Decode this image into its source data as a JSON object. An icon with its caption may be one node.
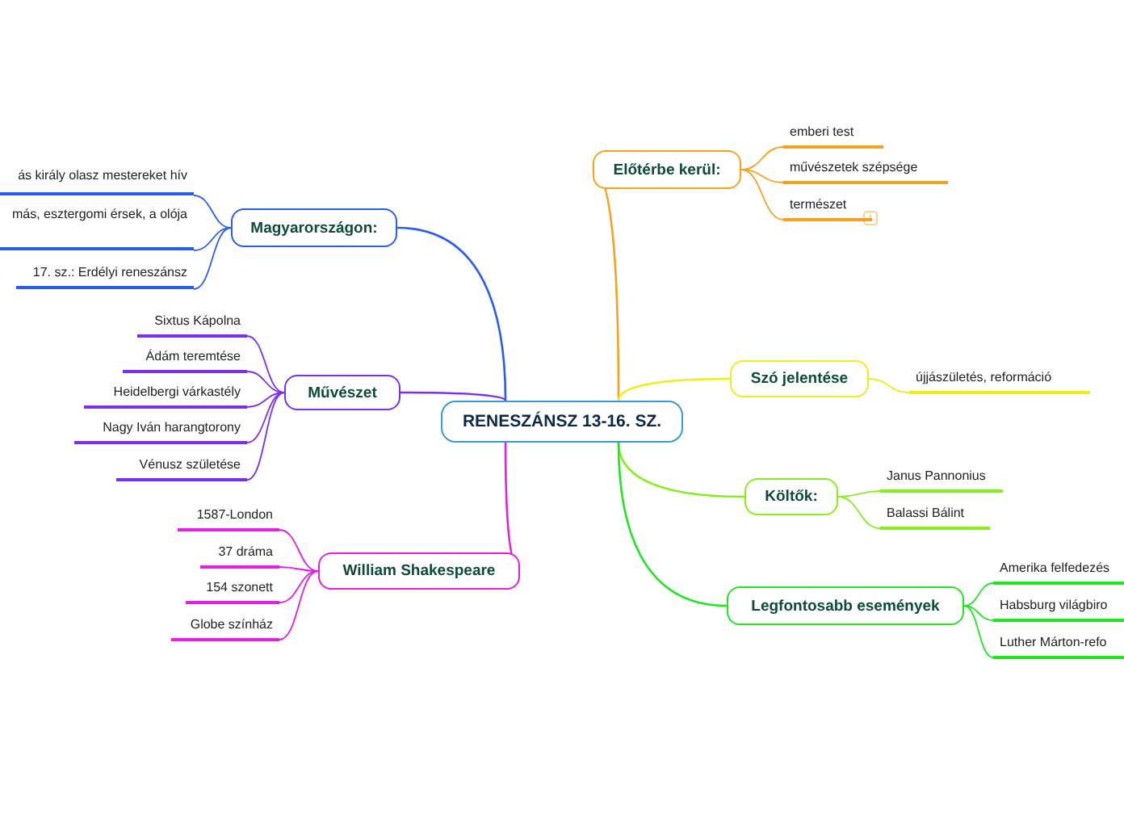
{
  "diagram": {
    "nodes": [
      {
        "text": [
          "RENESZÁNSZ 13-16. SZ."
        ]
      },
      {
        "text": [
          "Magyarországon:"
        ]
      },
      {
        "text": [
          "ás király olasz mestereket hív"
        ]
      },
      {
        "text": [
          "más, esztergomi érsek, a olója"
        ]
      },
      {
        "text": [
          "17. sz.: Erdélyi reneszánsz"
        ]
      },
      {
        "text": [
          "Művészet"
        ]
      },
      {
        "text": [
          "Sixtus Kápolna"
        ]
      },
      {
        "text": [
          "Ádám teremtése"
        ]
      },
      {
        "text": [
          "Heidelbergi várkastély"
        ]
      },
      {
        "text": [
          "Nagy Iván harangtorony"
        ]
      },
      {
        "text": [
          "Vénusz születése"
        ]
      },
      {
        "text": [
          "William Shakespeare"
        ]
      },
      {
        "text": [
          "1587-London"
        ]
      },
      {
        "text": [
          "37 dráma"
        ]
      },
      {
        "text": [
          "154 szonett"
        ]
      },
      {
        "text": [
          "Globe színház"
        ]
      },
      {
        "text": [
          "Előtérbe kerül:"
        ]
      },
      {
        "text": [
          "emberi test"
        ]
      },
      {
        "text": [
          "művészetek szépsége"
        ]
      },
      {
        "text": [
          "természet"
        ]
      },
      {
        "text": [
          "Szó jelentése"
        ]
      },
      {
        "text": [
          "újjászületés, reformáció"
        ]
      },
      {
        "text": [
          "Költők:"
        ]
      },
      {
        "text": [
          "Janus Pannonius"
        ]
      },
      {
        "text": [
          "Balassi Bálint"
        ]
      },
      {
        "text": [
          "Legfontosabb események"
        ]
      },
      {
        "text": [
          "Amerika felfedezés"
        ]
      },
      {
        "text": [
          "Habsburg világbiro"
        ]
      },
      {
        "text": [
          "Luther Márton-refo"
        ]
      }
    ],
    "edges": [
      {
        "from": 0,
        "to": 1,
        "arrow": "none",
        "color": "#2a5cf0"
      },
      {
        "from": 1,
        "to": 2,
        "arrow": "none",
        "color": "#2a5cf0"
      },
      {
        "from": 1,
        "to": 3,
        "arrow": "none",
        "color": "#2a5cf0"
      },
      {
        "from": 1,
        "to": 4,
        "arrow": "none",
        "color": "#2a5cf0"
      },
      {
        "from": 0,
        "to": 5,
        "arrow": "none",
        "color": "#7b2ff2"
      },
      {
        "from": 5,
        "to": 6,
        "arrow": "none",
        "color": "#7b2ff2"
      },
      {
        "from": 5,
        "to": 7,
        "arrow": "none",
        "color": "#7b2ff2"
      },
      {
        "from": 5,
        "to": 8,
        "arrow": "none",
        "color": "#7b2ff2"
      },
      {
        "from": 5,
        "to": 9,
        "arrow": "none",
        "color": "#7b2ff2"
      },
      {
        "from": 5,
        "to": 10,
        "arrow": "none",
        "color": "#7b2ff2"
      },
      {
        "from": 0,
        "to": 11,
        "arrow": "none",
        "color": "#e41ee4"
      },
      {
        "from": 11,
        "to": 12,
        "arrow": "none",
        "color": "#e41ee4"
      },
      {
        "from": 11,
        "to": 13,
        "arrow": "none",
        "color": "#e41ee4"
      },
      {
        "from": 11,
        "to": 14,
        "arrow": "none",
        "color": "#e41ee4"
      },
      {
        "from": 11,
        "to": 15,
        "arrow": "none",
        "color": "#e41ee4"
      },
      {
        "from": 0,
        "to": 16,
        "arrow": "none",
        "color": "#f7a21e"
      },
      {
        "from": 16,
        "to": 17,
        "arrow": "none",
        "color": "#f7a21e"
      },
      {
        "from": 16,
        "to": 18,
        "arrow": "none",
        "color": "#f7a21e"
      },
      {
        "from": 16,
        "to": 19,
        "arrow": "none",
        "color": "#f7a21e"
      },
      {
        "from": 0,
        "to": 20,
        "arrow": "none",
        "color": "#eeee1a"
      },
      {
        "from": 20,
        "to": 21,
        "arrow": "none",
        "color": "#eeee1a"
      },
      {
        "from": 0,
        "to": 22,
        "arrow": "none",
        "color": "#86ee1a"
      },
      {
        "from": 22,
        "to": 23,
        "arrow": "none",
        "color": "#86ee1a"
      },
      {
        "from": 22,
        "to": 24,
        "arrow": "none",
        "color": "#86ee1a"
      },
      {
        "from": 0,
        "to": 25,
        "arrow": "none",
        "color": "#22e622"
      },
      {
        "from": 25,
        "to": 26,
        "arrow": "none",
        "color": "#22e622"
      },
      {
        "from": 25,
        "to": 27,
        "arrow": "none",
        "color": "#22e622"
      },
      {
        "from": 25,
        "to": 28,
        "arrow": "none",
        "color": "#22e622"
      }
    ]
  }
}
